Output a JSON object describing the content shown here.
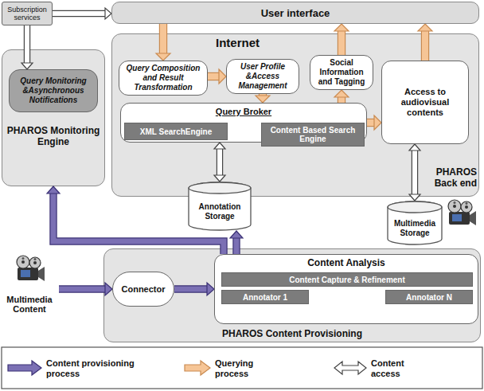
{
  "diagram": {
    "nodes": [
      {
        "text": [
          "Subscription services"
        ]
      },
      {
        "text": [
          "User interface"
        ]
      },
      {
        "text": [
          "PHAROS Monitoring Engine"
        ]
      },
      {
        "text": [
          "Query Monitoring &Asynchronous Notifications"
        ],
        "in": 2
      },
      {
        "text": [
          "Internet",
          "PHAROS Back end"
        ]
      },
      {
        "text": [
          "Query Composition and Result Transformation"
        ],
        "in": 4
      },
      {
        "text": [
          "User Profile &Access Management"
        ],
        "in": 4
      },
      {
        "text": [
          "Social Information and Tagging"
        ],
        "in": 4
      },
      {
        "text": [
          "Access to audiovisual contents"
        ],
        "in": 4
      },
      {
        "text": [
          "Query Broker"
        ],
        "in": 4
      },
      {
        "text": [
          "XML SearchEngine"
        ],
        "in": 9
      },
      {
        "text": [
          "Content Based Search Engine"
        ],
        "in": 9
      },
      {
        "text": [
          "Annotation Storage"
        ]
      },
      {
        "text": [
          "Multimedia Storage"
        ]
      },
      {
        "text": [
          "Multimedia Content"
        ]
      },
      {
        "text": [
          "PHAROS Content Provisioning"
        ]
      },
      {
        "text": [
          "Connector"
        ],
        "in": 15
      },
      {
        "text": [
          "Content Analysis"
        ],
        "in": 15
      },
      {
        "text": [
          "Content Capture & Refinement"
        ],
        "in": 17
      },
      {
        "text": [
          "Annotator 1"
        ],
        "in": 17
      },
      {
        "text": [
          "Annotator N"
        ],
        "in": 17
      }
    ],
    "edges": [
      {
        "from": 0,
        "to": 1,
        "arrow": "to"
      },
      {
        "from": 0,
        "to": 3,
        "arrow": "to"
      },
      {
        "from": 1,
        "to": 5,
        "arrow": "to"
      },
      {
        "from": 5,
        "to": 6,
        "arrow": "to"
      },
      {
        "from": 6,
        "to": 9,
        "arrow": "to"
      },
      {
        "from": 9,
        "to": 7,
        "arrow": "to"
      },
      {
        "from": 7,
        "to": 1,
        "arrow": "to"
      },
      {
        "from": 8,
        "to": 1,
        "arrow": "to"
      },
      {
        "from": 9,
        "to": 8,
        "arrow": "to"
      },
      {
        "from": 9,
        "to": 12,
        "arrow": "both"
      },
      {
        "from": 8,
        "to": 13,
        "arrow": "both"
      },
      {
        "from": 14,
        "to": 16,
        "arrow": "to"
      },
      {
        "from": 16,
        "to": 17,
        "arrow": "to"
      },
      {
        "from": 17,
        "to": 12,
        "arrow": "to"
      },
      {
        "from": 17,
        "to": 2,
        "arrow": "to"
      }
    ],
    "labels": [
      "...",
      "..."
    ],
    "legend": [
      {
        "text": "Content provisioning process"
      },
      {
        "text": "Querying process"
      },
      {
        "text": "Content access"
      }
    ]
  }
}
